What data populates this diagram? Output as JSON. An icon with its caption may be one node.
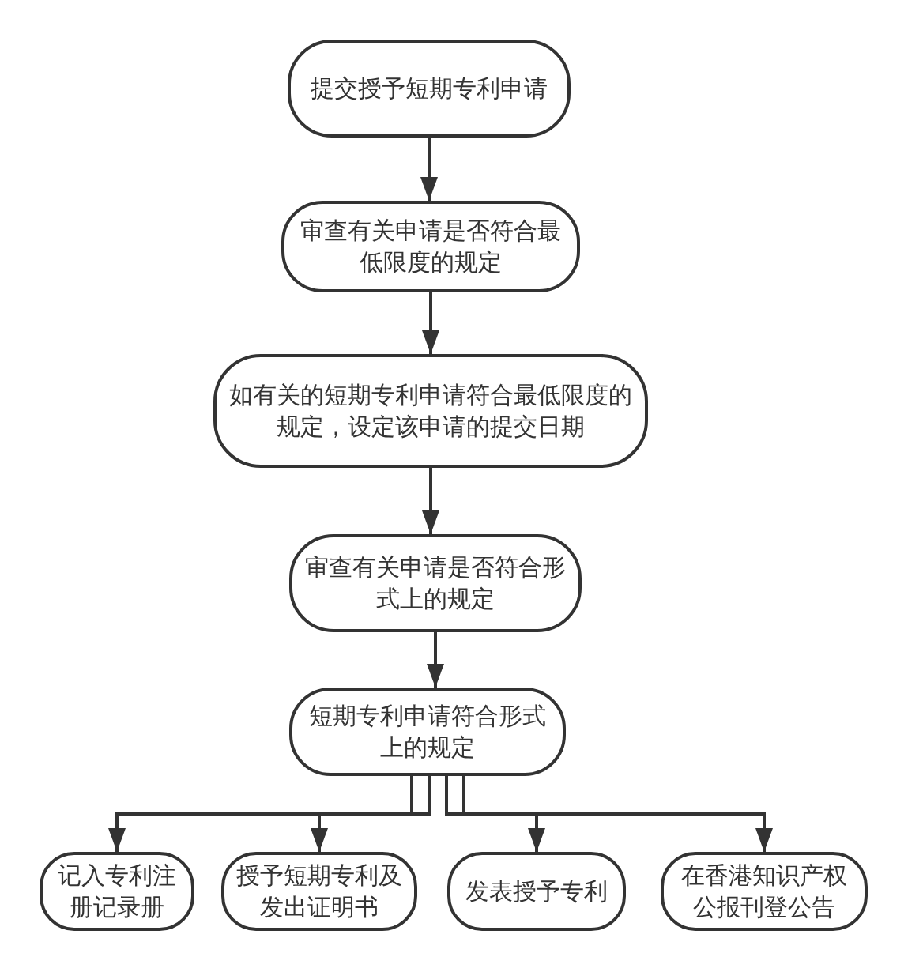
{
  "diagram": {
    "nodes": [
      {
        "text": [
          "提交授予短期专利申请"
        ]
      },
      {
        "text": [
          "审查有关申请是否符合最低限度的规定"
        ]
      },
      {
        "text": [
          "如有关的短期专利申请符合最低限度的规定，设定该申请的提交日期"
        ]
      },
      {
        "text": [
          "审查有关申请是否符合形式上的规定"
        ]
      },
      {
        "text": [
          "短期专利申请符合形式上的规定"
        ]
      },
      {
        "text": [
          "记入专利注册记录册"
        ]
      },
      {
        "text": [
          "授予短期专利及发出证明书"
        ]
      },
      {
        "text": [
          "发表授予专利"
        ]
      },
      {
        "text": [
          "在香港知识产权公报刊登公告"
        ]
      }
    ],
    "edges": [
      {
        "from": 0,
        "to": 1,
        "arrow": "to"
      },
      {
        "from": 1,
        "to": 2,
        "arrow": "to"
      },
      {
        "from": 2,
        "to": 3,
        "arrow": "to"
      },
      {
        "from": 3,
        "to": 4,
        "arrow": "to"
      },
      {
        "from": 4,
        "to": 5,
        "arrow": "to"
      },
      {
        "from": 4,
        "to": 6,
        "arrow": "to"
      },
      {
        "from": 4,
        "to": 7,
        "arrow": "to"
      },
      {
        "from": 4,
        "to": 8,
        "arrow": "to"
      }
    ]
  }
}
